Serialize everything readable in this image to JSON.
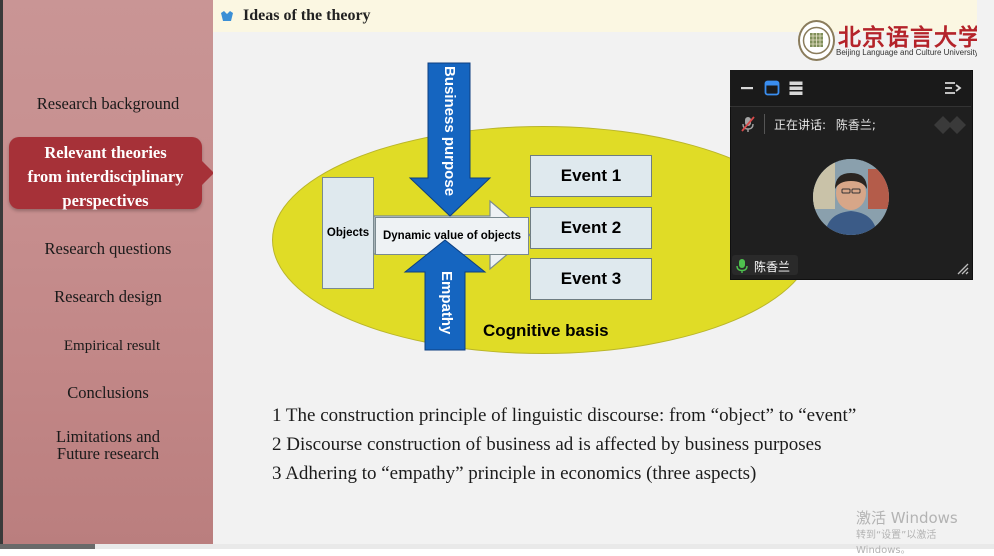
{
  "sidebar": {
    "items": [
      {
        "label": "Research background"
      },
      {
        "label": "Relevant theories from interdisciplinary perspectives",
        "lines": [
          "Relevant theories",
          "from interdisciplinary",
          "perspectives"
        ],
        "active": true
      },
      {
        "label": "Research questions"
      },
      {
        "label": "Research design"
      },
      {
        "label": "Empirical result"
      },
      {
        "label": "Conclusions"
      },
      {
        "label": "Limitations and Future research",
        "lines": [
          "Limitations and",
          "Future research"
        ]
      }
    ]
  },
  "slide": {
    "title": "Ideas of the  theory",
    "logo": {
      "chinese": "北京语言大学",
      "english": "Beijing Language and Culture University"
    },
    "diagram": {
      "objects": "Objects",
      "dynamic_value": "Dynamic value of objects",
      "events": [
        "Event 1",
        "Event 2",
        "Event 3"
      ],
      "business_purpose": "Business purpose",
      "empathy": "Empathy",
      "cognitive_basis": "Cognitive basis",
      "colors": {
        "ellipse": "#e0dc26",
        "arrow": "#1565c0",
        "box": "#dfe9ee"
      }
    },
    "points": [
      "1 The construction principle of linguistic discourse: from “object” to “event”",
      "2 Discourse construction of business ad is affected by business purposes",
      "3 Adhering to “empathy” principle in economics (three aspects)"
    ]
  },
  "video_window": {
    "speaking_prefix": "正在讲话:",
    "speaker": "陈香兰;",
    "participant_name": "陈香兰",
    "icons": [
      "minimize-icon",
      "layout-icon",
      "list-icon",
      "collapse-panel-icon",
      "mic-muted-icon",
      "mic-active-icon",
      "resize-grip-icon"
    ]
  },
  "watermark": {
    "line1": "激活 Windows",
    "line2": "转到“设置”以激活 Windows。"
  },
  "accent_colors": {
    "sidebar_active": "#a63138",
    "sidebar_bg": "#c58d8d",
    "header_bg": "#fbf7e2"
  }
}
